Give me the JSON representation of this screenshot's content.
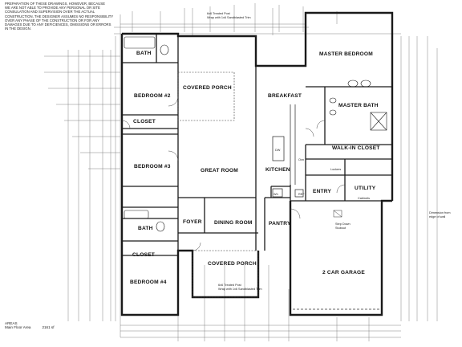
{
  "disclaimer": {
    "lines": [
      "PREPARATION OF THESE DRAWINGS, HOWEVER, BECAUSE",
      "WE ARE NOT ABLE TO PROVIDE ANY PERSONAL OR SITE",
      "CONSULATION AND SUPERVISION OVER THE ACTUAL",
      "CONSTRUCTION, THE DESIGNER ASSUMES NO RESPONSIBILITY",
      "OVER ANY PHASE OF THE CONSTRUCTION OR FOR ANY",
      "DAMAGES DUE TO ANY DEFICIENCES, OMISSIONS OR ERRORS",
      "IN THE DESIGN."
    ]
  },
  "rooms": {
    "bath_1": "BATH",
    "bedroom_2": "BEDROOM #2",
    "closet_1": "CLOSET",
    "covered_porch_rear": "COVERED PORCH",
    "breakfast": "BREAKFAST",
    "master_bedroom": "MASTER BEDROOM",
    "master_bath": "MASTER BATH",
    "walk_in_closet": "WALK-IN CLOSET",
    "bedroom_3": "BEDROOM #3",
    "great_room": "GREAT ROOM",
    "kitchen": "KITCHEN",
    "utility": "UTILITY",
    "entry": "ENTRY",
    "foyer": "FOYER",
    "dining_room": "DINING ROOM",
    "pantry": "PANTRY",
    "bath_2": "BATH",
    "closet_2": "CLOSET",
    "covered_porch_front": "COVERED PORCH",
    "garage": "2 CAR GARAGE",
    "bedroom_4": "BEDROOM #4"
  },
  "notes": {
    "porch_floor_rear": "6x6 Treated Post",
    "porch_floor_rear_2": "Wrap with 1x6 Sandblasted Trim",
    "porch_floor_front": "6x6 Treated Post",
    "porch_floor_front_2": "Wrap with 1x6 Sandblasted Trim",
    "lockers": "Lockers",
    "cabinets": "Cabinets",
    "dimension_note": "Dimension from",
    "dimension_note_2": "edge of wall",
    "step_down": "Step Down",
    "stubout": "Stubout",
    "dw": "DW",
    "ref": "REF",
    "wh": "Wh",
    "ovn": "Ovn"
  },
  "areas": {
    "heading": "AREAS",
    "label": "Main Floor Area",
    "value": "2161 sf"
  },
  "colors": {
    "line": "#1a1a1a",
    "thin": "#555555",
    "paper": "#ffffff"
  }
}
